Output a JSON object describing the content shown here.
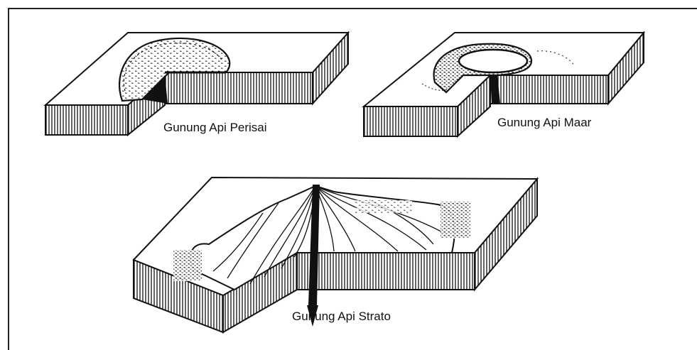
{
  "figure": {
    "colors": {
      "ink": "#111111",
      "paper": "#ffffff",
      "frame": "#222222"
    },
    "panels": [
      {
        "id": "perisai",
        "caption": "Gunung Api Perisai",
        "icon": "shield-volcano-icon"
      },
      {
        "id": "maar",
        "caption": "Gunung Api Maar",
        "icon": "maar-volcano-icon"
      },
      {
        "id": "strato",
        "caption": "Gunung Api Strato",
        "icon": "strato-volcano-icon"
      }
    ]
  }
}
